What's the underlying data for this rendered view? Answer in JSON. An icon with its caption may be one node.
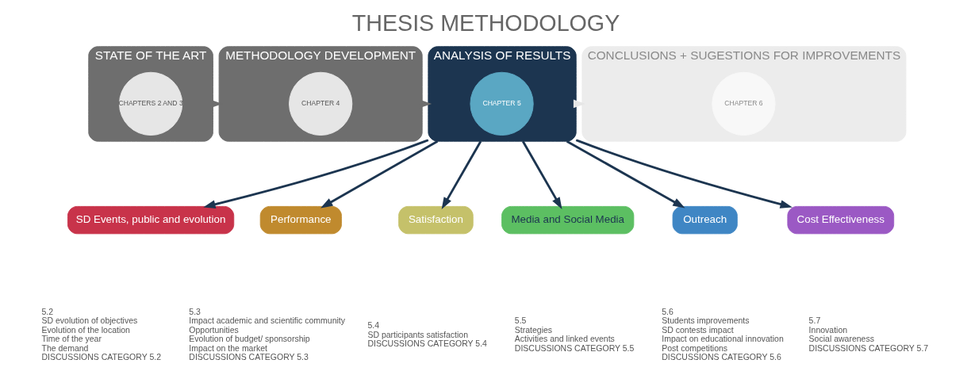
{
  "diagram": {
    "title": "THESIS METHODOLOGY",
    "nodes": [
      {
        "text": [
          "STATE OF THE ART"
        ]
      },
      {
        "text": [
          "CHAPTERS 2 AND 3"
        ],
        "in": 0
      },
      {
        "text": [
          "METHODOLOGY DEVELOPMENT"
        ]
      },
      {
        "text": [
          "CHAPTER 4"
        ],
        "in": 2
      },
      {
        "text": [
          "ANALYSIS OF RESULTS"
        ]
      },
      {
        "text": [
          "CHAPTER 5"
        ],
        "in": 4
      },
      {
        "text": [
          "CONCLUSIONS + SUGESTIONS FOR IMPROVEMENTS"
        ]
      },
      {
        "text": [
          "CHAPTER 6"
        ],
        "in": 6
      },
      {
        "text": [
          "SD Events, public and evolution"
        ],
        "beside": [
          "5.2",
          "SD evolution of objectives",
          "Evolution of the location",
          "Time of the year",
          "The demand",
          "DISCUSSIONS CATEGORY 5.2"
        ]
      },
      {
        "text": [
          "Performance"
        ],
        "beside": [
          "5.3",
          "Impact academic and scientific community",
          "Opportunities",
          "Evolution of budget/ sponsorship",
          "Impact on the market",
          "DISCUSSIONS CATEGORY 5.3"
        ]
      },
      {
        "text": [
          "Satisfaction"
        ],
        "beside": [
          "5.4",
          "SD participants satisfaction",
          "DISCUSSIONS CATEGORY 5.4"
        ]
      },
      {
        "text": [
          "Media and Social Media"
        ],
        "beside": [
          "5.5",
          "Strategies",
          "Activities and linked events",
          "DISCUSSIONS CATEGORY 5.5"
        ]
      },
      {
        "text": [
          "Outreach"
        ],
        "beside": [
          "5.6",
          "Students improvements",
          "SD contests impact",
          "Impact on educational innovation",
          "Post competitions",
          "DISCUSSIONS CATEGORY 5.6"
        ]
      },
      {
        "text": [
          "Cost Effectiveness"
        ],
        "beside": [
          "5.7",
          "Innovation",
          "Social awareness",
          "DISCUSSIONS CATEGORY 5.7"
        ]
      }
    ],
    "edges": [
      {
        "from": 0,
        "to": 2,
        "arrow": "to",
        "color": "#6e6e6e"
      },
      {
        "from": 2,
        "to": 4,
        "arrow": "to",
        "color": "#6e6e6e"
      },
      {
        "from": 4,
        "to": 6,
        "arrow": "to",
        "color": "#e6e6e6"
      },
      {
        "from": 4,
        "to": 8,
        "arrow": "to"
      },
      {
        "from": 4,
        "to": 9,
        "arrow": "to"
      },
      {
        "from": 4,
        "to": 10,
        "arrow": "to"
      },
      {
        "from": 4,
        "to": 11,
        "arrow": "to"
      },
      {
        "from": 4,
        "to": 12,
        "arrow": "to"
      },
      {
        "from": 4,
        "to": 13,
        "arrow": "to"
      }
    ]
  }
}
